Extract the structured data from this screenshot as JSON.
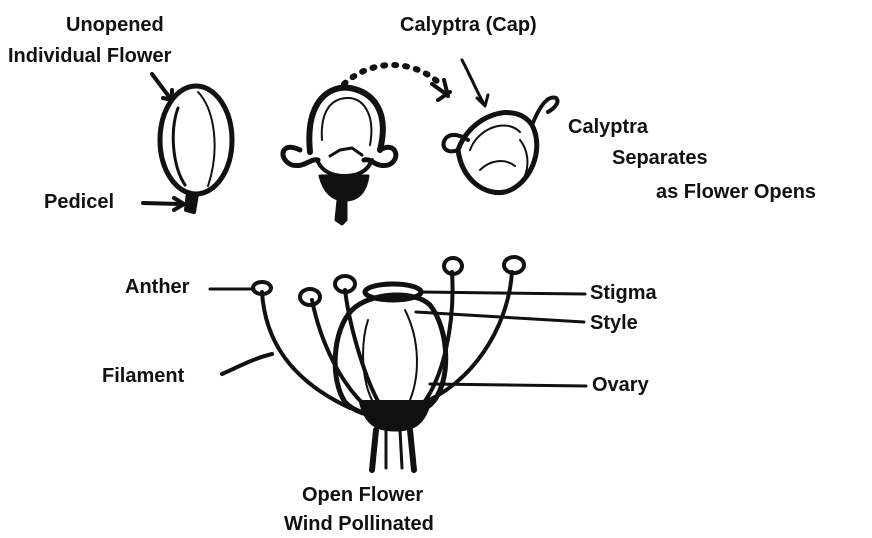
{
  "labels": {
    "unopened_line1": "Unopened",
    "unopened_line2": "Individual Flower",
    "pedicel": "Pedicel",
    "calyptra_cap": "Calyptra  (Cap)",
    "calyptra_sep_line1": "Calyptra",
    "calyptra_sep_line2": "Separates",
    "calyptra_sep_line3": "as Flower Opens",
    "anther": "Anther",
    "filament": "Filament",
    "stigma": "Stigma",
    "style": "Style",
    "ovary": "Ovary",
    "caption_line1": "Open Flower",
    "caption_line2": "Wind Pollinated"
  },
  "colors": {
    "ink": "#111111",
    "paper": "#ffffff"
  }
}
